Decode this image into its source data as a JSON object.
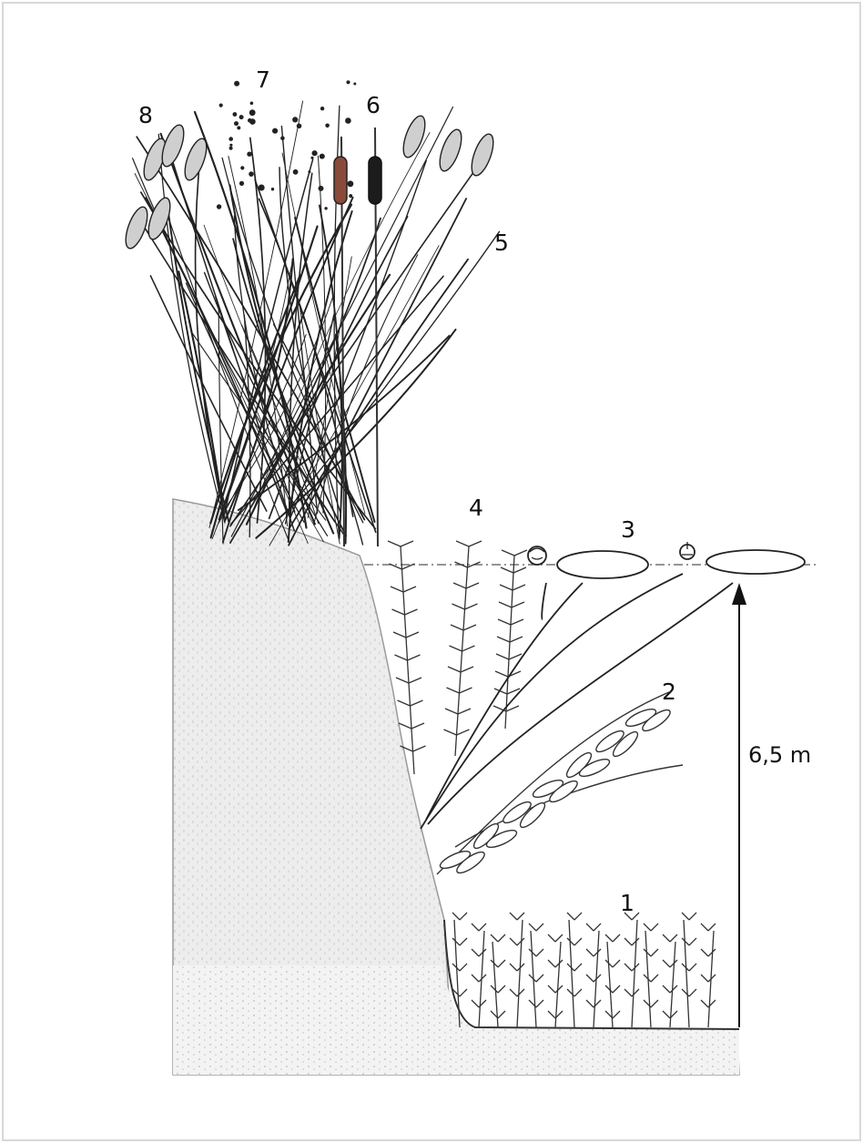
{
  "labels": {
    "l1": "1",
    "l2": "2",
    "l3": "3",
    "l4": "4",
    "l5": "5",
    "l6": "6",
    "l7": "7",
    "l8": "8"
  },
  "measurement": "6,5 m",
  "colors": {
    "ink": "#1a1a1a",
    "soil": "#e9e9e9",
    "cattail": "#8a4a3a"
  }
}
